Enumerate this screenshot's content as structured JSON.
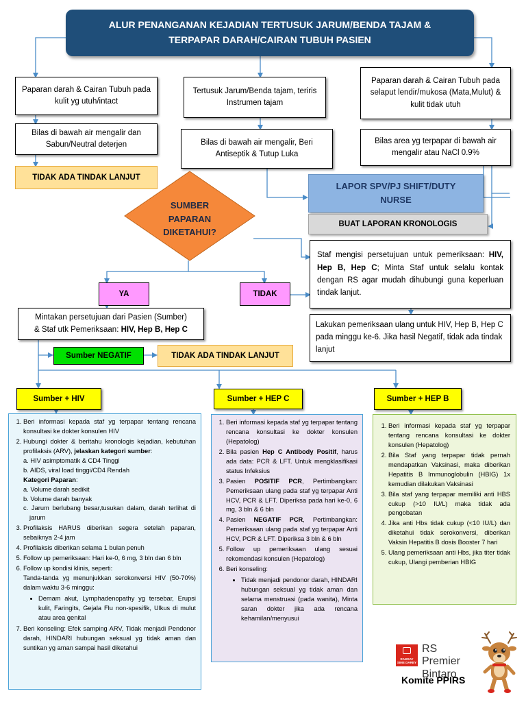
{
  "title": {
    "line1": "ALUR PENANGANAN KEJADIAN TERTUSUK JARUM/BENDA TAJAM &",
    "line2": "TERPAPAR DARAH/CAIRAN TUBUH PASIEN"
  },
  "col1": {
    "box1": "Paparan darah & Cairan Tubuh pada kulit yg utuh/intact",
    "box2": "Bilas di bawah air mengalir dan Sabun/Neutral deterjen",
    "result": "TIDAK ADA TINDAK LANJUT"
  },
  "col2": {
    "box1": "Tertusuk Jarum/Benda tajam, teriris Instrumen tajam",
    "box2": "Bilas di bawah air mengalir, Beri Antiseptik & Tutup Luka"
  },
  "col3": {
    "box1": "Paparan darah & Cairan Tubuh pada selaput lendir/mukosa (Mata,Mulut) & kulit tidak utuh",
    "box2": "Bilas area yg terpapar di bawah air mengalir atau NaCl 0.9%"
  },
  "lapor": {
    "line1": "LAPOR SPV/PJ SHIFT/DUTY",
    "line2": "NURSE"
  },
  "kronologis": "BUAT LAPORAN KRONOLOGIS",
  "diamond": {
    "line1": "SUMBER",
    "line2": "PAPARAN",
    "line3": "DIKETAHUI?"
  },
  "staf_box": {
    "part1": "Staf mengisi persetujuan untuk pemeriksaan: ",
    "part2": "HIV, Hep B, Hep C",
    "part3": "; Minta Staf untuk selalu kontak dengan RS agar mudah dihubungi guna keperluan tindak lanjut."
  },
  "ya": "YA",
  "tidak": "TIDAK",
  "ulang_box": "Lakukan pemeriksaan ulang untuk HIV, Hep B, Hep C pada minggu ke-6. Jika hasil Negatif, tidak ada tindak lanjut",
  "mintakan": {
    "line1": "Mintakan persetujuan dari Pasien (Sumber)",
    "line2a": "& Staf utk Pemeriksaan: ",
    "line2b": "HIV, Hep B, Hep C"
  },
  "negatif": "Sumber NEGATIF",
  "negatif_result": "TIDAK ADA TINDAK LANJUT",
  "hiv": {
    "header": "Sumber + HIV",
    "i1": "Beri informasi kepada staf yg terpapar tentang rencana konsultasi ke dokter konsulen HIV",
    "i2a": "Hubungi dokter & beritahu kronologis kejadian, kebutuhan profilaksis (ARV), ",
    "i2b": "jelaskan kategori sumber",
    "i2c": ":",
    "i2_sa": "a. HIV asimptomatik & CD4 Tinggi",
    "i2_sb": "b. AIDS, viral load tinggi/CD4 Rendah",
    "kat": "Kategori Paparan",
    "kat_c": ":",
    "ka": "a. Volume darah sedikit",
    "kb": "b. Volume darah banyak",
    "kc": "c. Jarum berlubang besar,tusukan dalam, darah terlihat di jarum",
    "i3": "Profilaksis HARUS diberikan segera setelah paparan, sebaiknya 2-4 jam",
    "i4": "Profilaksis diberikan selama 1 bulan penuh",
    "i5": "Follow up pemeriksaan: Hari ke-0, 6 mg, 3 bln dan 6 bln",
    "i6": "Follow up kondisi klinis, seperti:",
    "i6b": "Tanda-tanda yg menunjukkan serokonversi HIV (50-70%) dalam waktu 3-6 minggu:",
    "i6c": "Demam akut, Lymphadenopathy yg tersebar, Erupsi kulit, Faringits, Gejala Flu non-spesifik, Ulkus di mulut atau area genital",
    "i7": "Beri konseling: Efek samping ARV, Tidak menjadi Pendonor darah, HINDARI hubungan seksual yg tidak aman dan suntikan yg aman sampai hasil diketahui"
  },
  "hepc": {
    "header": "Sumber + HEP C",
    "i1": "Beri informasi kepada staf yg terpapar tentang rencana konsultasi ke dokter konsulen (Hepatolog)",
    "i2a": "Bila pasien ",
    "i2b": "Hep C Antibody Positif",
    "i2c": ", harus ada data: PCR & LFT. Untuk mengklasifikasi status Infeksius",
    "i3a": "Pasien ",
    "i3b": "POSITIF PCR",
    "i3c": ", Pertimbangkan: Pemeriksaan ulang pada staf yg terpapar Anti HCV, PCR & LFT. Diperiksa pada hari ke-0, 6 mg, 3 bln & 6 bln",
    "i4a": "Pasien ",
    "i4b": "NEGATIF PCR",
    "i4c": ", Pertimbangkan: Pemeriksaan ulang pada staf yg terpapar Anti HCV, PCR & LFT. Diperiksa 3 bln & 6 bln",
    "i5": "Follow up pemeriksaan ulang sesuai rekomendasi konsulen (Hepatolog)",
    "i6": "Beri konseling:",
    "i6b": "Tidak menjadi pendonor darah, HINDARI hubungan seksual yg tidak aman dan selama menstruasi (pada wanita), Minta saran dokter jika ada rencana kehamilan/menyusui"
  },
  "hepb": {
    "header": "Sumber + HEP B",
    "i1": "Beri informasi kepada staf yg terpapar tentang rencana konsultasi ke dokter konsulen (Hepatolog)",
    "i2": "Bila Staf yang terpapar tidak pernah mendapatkan Vaksinasi, maka diberikan Hepatitis B Immunoglobulin (HBIG) 1x kemudian dilakukan Vaksinasi",
    "i3": "Bila staf yang terpapar memiliki anti HBS cukup (>10 IU/L) maka tidak ada pengobatan",
    "i4": "Jika anti Hbs tidak cukup (<10 IU/L) dan diketahui tidak serokonversi, diberikan Vaksin Hepatitis B dosis Booster 7 hari",
    "i5": "Ulang pemeriksaan anti Hbs, jika titer tidak cukup, Ulangi pemberian HBIG"
  },
  "logo": {
    "line1": "RS Premier",
    "line2": "Bintaro",
    "badge1": "RAMSAY",
    "badge2": "SIME DARBY",
    "committee": "Komite PPIRS"
  },
  "colors": {
    "title": "#1f4e79",
    "lapor": "#8db4e2",
    "diamond": "#f5883a",
    "hiv_panel": "#e9f6fb",
    "hepc_panel": "#ece4f2",
    "hepb_panel": "#eef6dc"
  }
}
